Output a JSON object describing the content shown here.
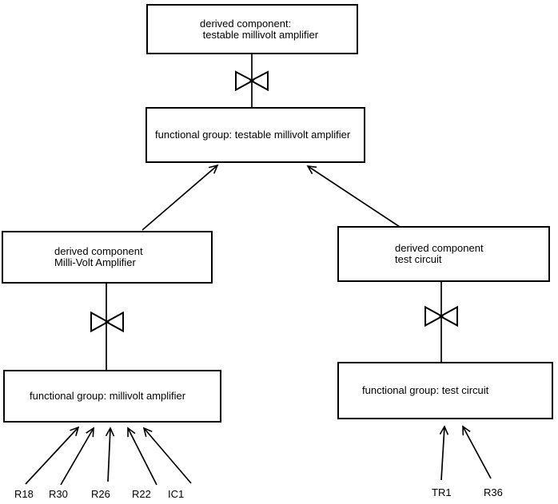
{
  "nodes": {
    "derived_testable": {
      "line1": "derived component:",
      "line2": " testable millivolt amplifier"
    },
    "fg_testable": {
      "label": "functional group: testable millivolt amplifier"
    },
    "derived_millivolt": {
      "line1": "derived component",
      "line2": "Milli-Volt Amplifier"
    },
    "derived_test": {
      "line1": "derived component",
      "line2": "test circuit"
    },
    "fg_millivolt": {
      "label": "functional group: millivolt amplifier"
    },
    "fg_test": {
      "label": "functional group: test circuit"
    }
  },
  "leaves": {
    "left": [
      "R18",
      "R30",
      "R26",
      "R22",
      "IC1"
    ],
    "right": [
      "TR1",
      "R36"
    ]
  },
  "connections": [
    {
      "from": "functional group: testable millivolt amplifier",
      "to": "derived component: testable millivolt amplifier",
      "type": "bowtie-link"
    },
    {
      "from": "derived component Milli-Volt Amplifier",
      "to": "functional group: testable millivolt amplifier",
      "type": "open-arrow"
    },
    {
      "from": "derived component test circuit",
      "to": "functional group: testable millivolt amplifier",
      "type": "open-arrow"
    },
    {
      "from": "functional group: millivolt amplifier",
      "to": "derived component Milli-Volt Amplifier",
      "type": "bowtie-link"
    },
    {
      "from": "functional group: test circuit",
      "to": "derived component test circuit",
      "type": "bowtie-link"
    },
    {
      "from": "R18",
      "to": "functional group: millivolt amplifier",
      "type": "open-arrow"
    },
    {
      "from": "R30",
      "to": "functional group: millivolt amplifier",
      "type": "open-arrow"
    },
    {
      "from": "R26",
      "to": "functional group: millivolt amplifier",
      "type": "open-arrow"
    },
    {
      "from": "R22",
      "to": "functional group: millivolt amplifier",
      "type": "open-arrow"
    },
    {
      "from": "IC1",
      "to": "functional group: millivolt amplifier",
      "type": "open-arrow"
    },
    {
      "from": "TR1",
      "to": "functional group: test circuit",
      "type": "open-arrow"
    },
    {
      "from": "R36",
      "to": "functional group: test circuit",
      "type": "open-arrow"
    }
  ],
  "colors": {
    "background": "#ffffff",
    "line": "#000000",
    "text": "#000000"
  }
}
